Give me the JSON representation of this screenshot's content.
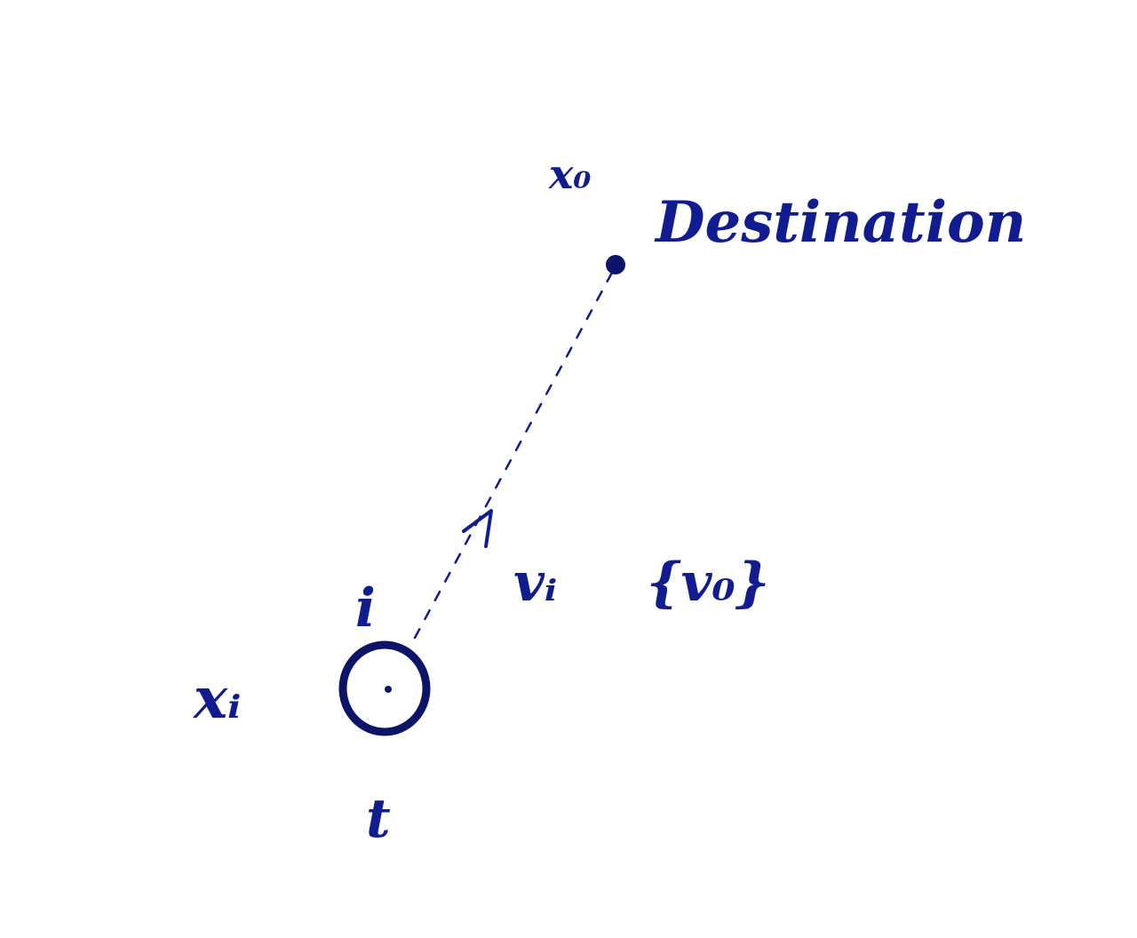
{
  "colors": {
    "ink": "#101c8f",
    "ink_dark": "#0b1466",
    "paper": "#ffffff"
  },
  "labels": {
    "destination_symbol": "x₀",
    "destination": "Destination",
    "agent_index": "i",
    "agent_position": "xᵢ",
    "velocity": "vᵢ",
    "velocity_set": "{v₀}",
    "time": "t"
  }
}
